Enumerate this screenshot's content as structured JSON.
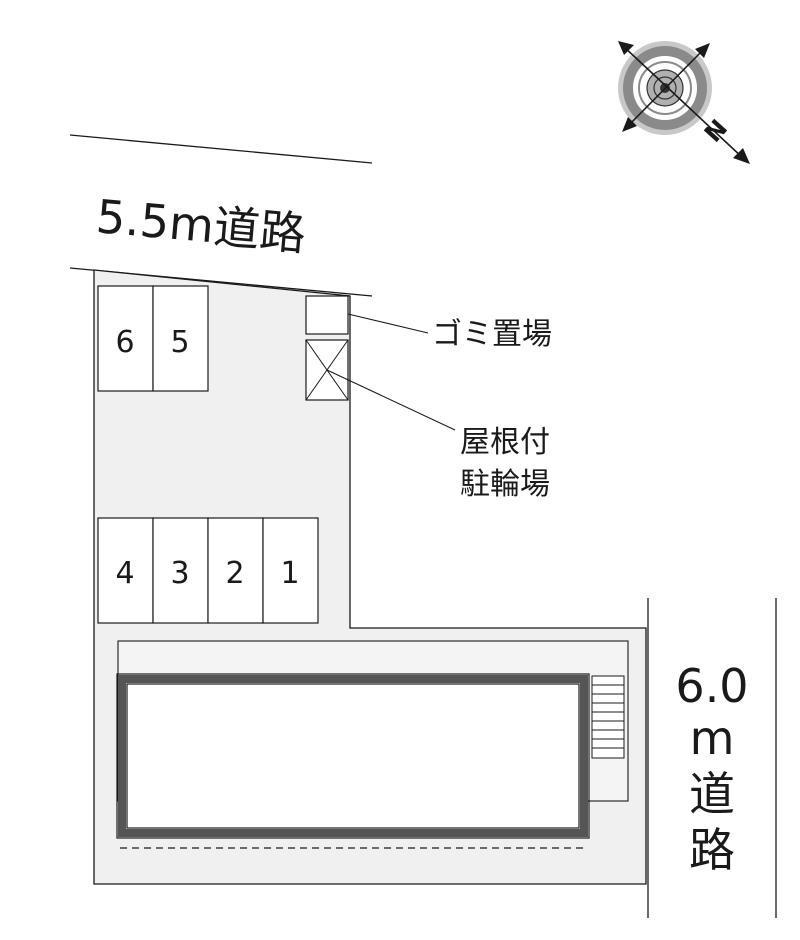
{
  "roads": {
    "top": {
      "label": "5.5m道路"
    },
    "right": {
      "label_lines": [
        "6.0",
        "m",
        "道",
        "路"
      ]
    }
  },
  "compass": {
    "north_letter": "N"
  },
  "parking": {
    "top_row": [
      "6",
      "5"
    ],
    "bottom_row": [
      "4",
      "3",
      "2",
      "1"
    ]
  },
  "facilities": {
    "garbage": "ゴミ置場",
    "bicycle_lines": [
      "屋根付",
      "駐輪場"
    ]
  },
  "colors": {
    "lot_fill": "#f0f0f0",
    "line": "#1a1a1a",
    "building_wall": "#555555",
    "compass_gray": "#8a8a8a"
  }
}
